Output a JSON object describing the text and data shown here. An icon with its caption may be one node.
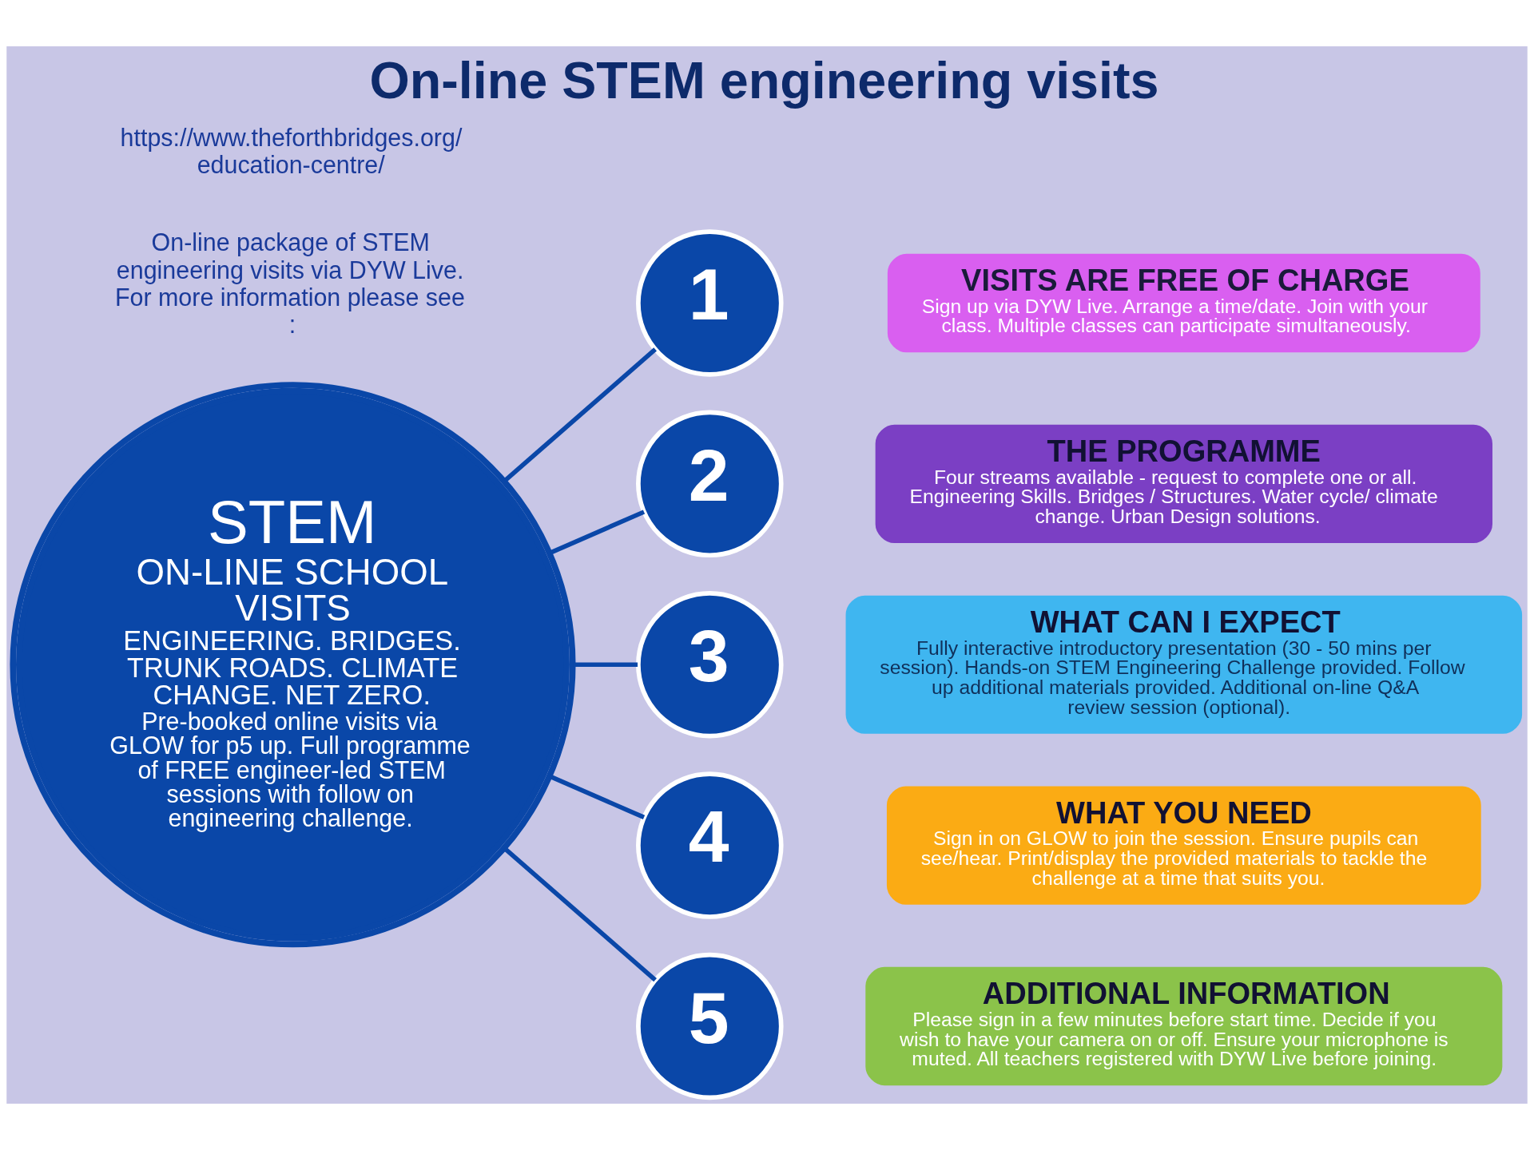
{
  "diagram": {
    "title": "On-line STEM engineering visits",
    "nodes": [
      {
        "text": [
          "STEM",
          "ON-LINE SCHOOL VISITS",
          "ENGINEERING. BRIDGES. TRUNK ROADS. CLIMATE CHANGE. NET ZERO.",
          "Pre-booked online visits via GLOW for p5 up. Full programme of FREE engineer-led STEM sessions with follow on engineering challenge."
        ]
      },
      {
        "text": [
          "1"
        ]
      },
      {
        "text": [
          "VISITS ARE FREE OF CHARGE",
          "Sign up via DYW Live. Arrange a time/date. Join with your class. Multiple classes can participate simultaneously."
        ]
      },
      {
        "text": [
          "2"
        ]
      },
      {
        "text": [
          "THE PROGRAMME",
          "Four streams available - request to complete one or all. Engineering Skills. Bridges / Structures. Water cycle/ climate change. Urban Design solutions."
        ]
      },
      {
        "text": [
          "3"
        ]
      },
      {
        "text": [
          "WHAT CAN I EXPECT",
          "Fully interactive introductory presentation (30 - 50 mins per session). Hands-on STEM Engineering Challenge provided. Follow up additional materials provided. Additional on-line Q&A review session (optional)."
        ]
      },
      {
        "text": [
          "4"
        ]
      },
      {
        "text": [
          "WHAT YOU NEED",
          "Sign in on GLOW to join the session. Ensure pupils can see/hear. Print/display the provided materials to tackle the challenge at a time that suits you."
        ]
      },
      {
        "text": [
          "5"
        ]
      },
      {
        "text": [
          "ADDITIONAL INFORMATION",
          "Please sign in a few minutes before start time. Decide if you wish to have your camera on or off. Ensure your microphone is muted. All teachers registered with DYW Live before joining."
        ]
      }
    ],
    "edges": [
      {
        "from": 0,
        "to": 1,
        "arrow": "none"
      },
      {
        "from": 0,
        "to": 3,
        "arrow": "none"
      },
      {
        "from": 0,
        "to": 5,
        "arrow": "none"
      },
      {
        "from": 0,
        "to": 7,
        "arrow": "none"
      },
      {
        "from": 0,
        "to": 9,
        "arrow": "none"
      }
    ],
    "labels": [
      "On-line package of STEM engineering visits via DYW Live. For more information please see :",
      "https://www.theforthbridges.org/education-centre/"
    ]
  }
}
